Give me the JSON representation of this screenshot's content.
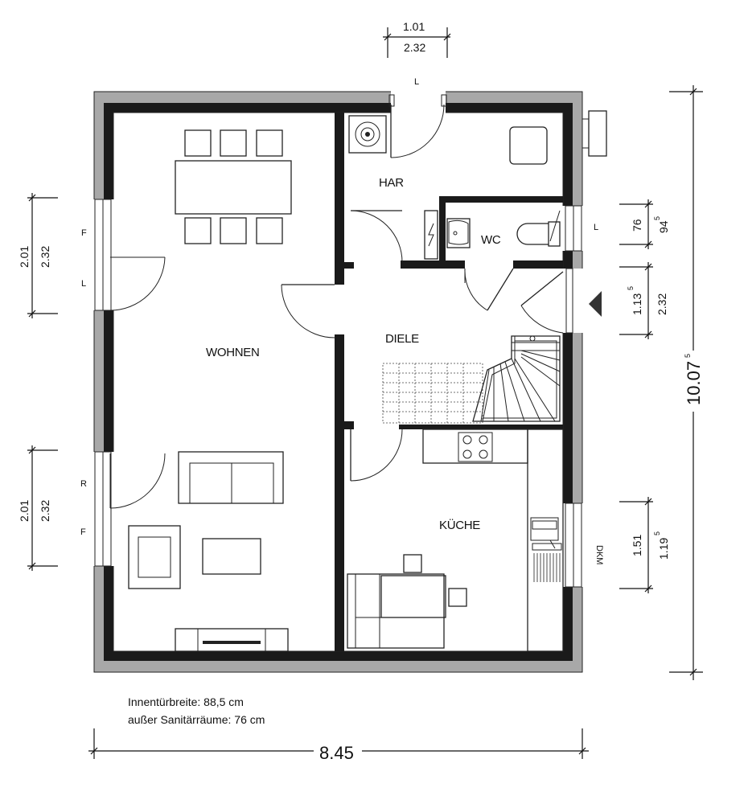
{
  "rooms": {
    "wohnen": "WOHNEN",
    "har": "HAR",
    "wc": "WC",
    "diele": "DIELE",
    "kueche": "KÜCHE"
  },
  "window_marks": {
    "left_upper_top": "F",
    "left_upper_bottom": "L",
    "left_lower_top": "R",
    "left_lower_bottom": "F",
    "top_door": "L",
    "wc_window": "L",
    "kitchen_window": "DKM"
  },
  "dimensions": {
    "top_door_width": "1.01",
    "top_door_height": "2.32",
    "left_upper_width": "2.01",
    "left_upper_height": "2.32",
    "left_lower_width": "2.01",
    "left_lower_height": "2.32",
    "wc_width": "76",
    "wc_height_main": "94",
    "wc_height_sup": "5",
    "entry_width_main": "1.13",
    "entry_width_sup": "5",
    "entry_height": "2.32",
    "kitchen_width": "1.51",
    "kitchen_height_main": "1.19",
    "kitchen_height_sup": "5",
    "total_height_main": "10.07",
    "total_height_sup": "5",
    "total_width": "8.45"
  },
  "notes": {
    "line1": "Innentürbreite: 88,5 cm",
    "line2": "außer Sanitärräume: 76 cm"
  }
}
